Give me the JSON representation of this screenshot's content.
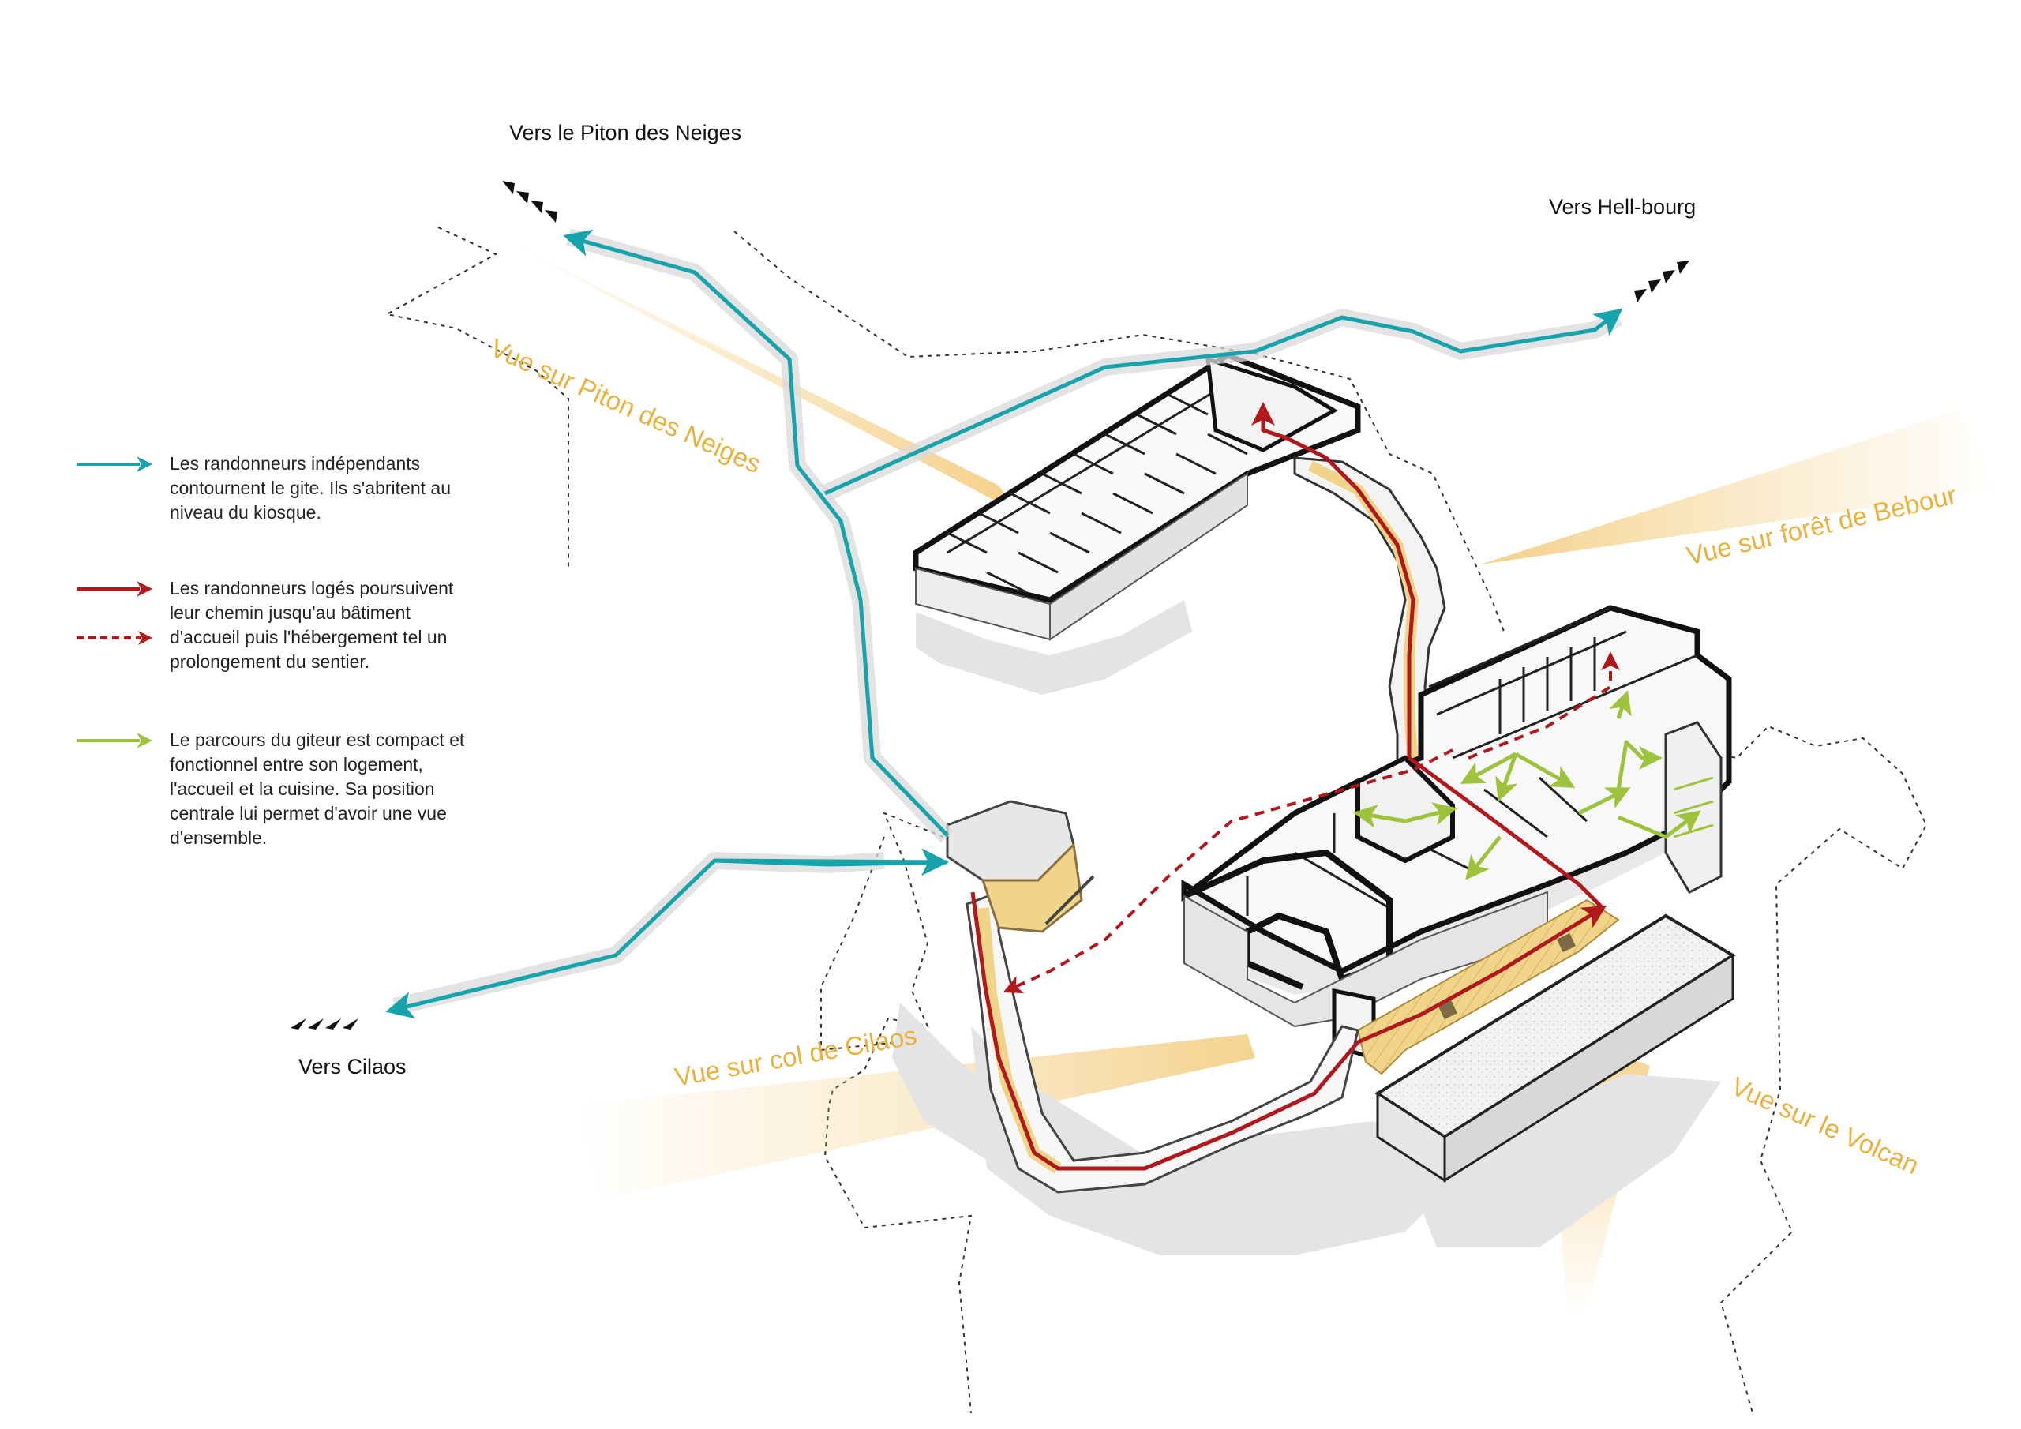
{
  "colors": {
    "independent_route": "#17a3ac",
    "lodged_route": "#b0181c",
    "keeper_route": "#9cc33b",
    "view_cone": "#f2c46a",
    "view_label": "#e9b13e",
    "building_outline": "#111111"
  },
  "destinations": {
    "piton_neiges": "Vers le Piton des Neiges",
    "hell_bourg": "Vers Hell-bourg",
    "cilaos": "Vers Cilaos"
  },
  "views": {
    "piton_neiges": "Vue sur Piton des Neiges",
    "foret_bebour": "Vue sur forêt de Bebour",
    "col_cilaos": "Vue sur col de Cilaos",
    "volcan": "Vue sur le Volcan"
  },
  "legend": [
    {
      "arrow": "teal-solid-arrow",
      "lines": [
        "Les randonneurs indépendants",
        "contournent le gite. Ils s'abritent au",
        "niveau du kiosque."
      ]
    },
    {
      "arrow": "red-solid-and-dashed-arrows",
      "lines": [
        "Les randonneurs logés poursuivent",
        "leur chemin jusqu'au bâtiment",
        "d'accueil puis l'hébergement tel un",
        "prolongement du sentier."
      ]
    },
    {
      "arrow": "green-solid-arrow",
      "lines": [
        "Le parcours du giteur est compact et",
        "fonctionnel entre son logement,",
        "l'accueil et la cuisine. Sa position",
        "centrale lui permet d'avoir une vue",
        "d'ensemble."
      ]
    }
  ]
}
